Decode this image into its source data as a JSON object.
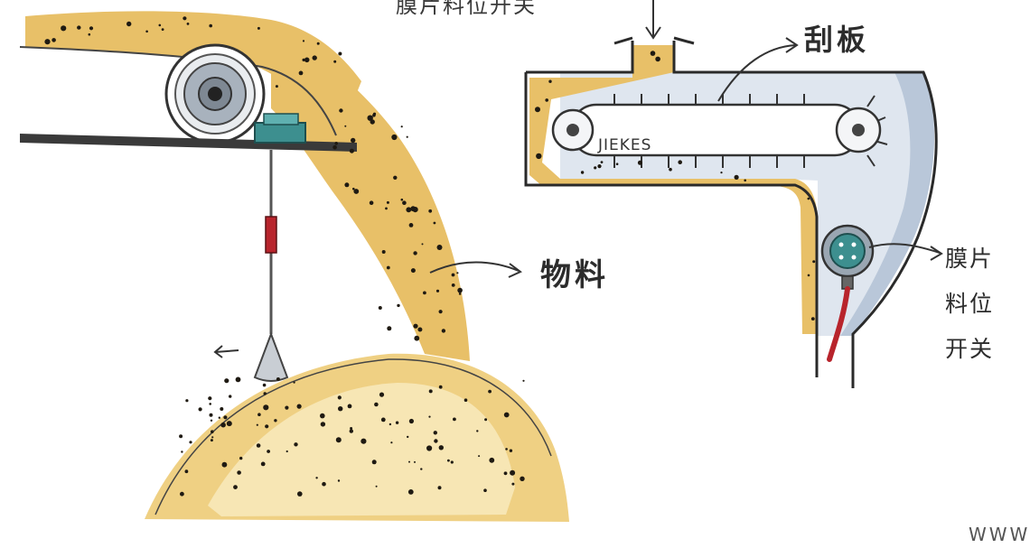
{
  "labels": {
    "top_switch": "膜片料位开关",
    "scraper": "刮板",
    "material": "物料",
    "side_switch": "膜片料位开关",
    "belt_brand": "JIEKES",
    "watermark": "WWW"
  },
  "colors": {
    "material_fill": "#e8c068",
    "material_light": "#f3dc9a",
    "speck": "#1f1a12",
    "housing_shade": "#b9c7d9",
    "cable_red": "#b8242c",
    "sensor_teal": "#3d8f8f"
  }
}
